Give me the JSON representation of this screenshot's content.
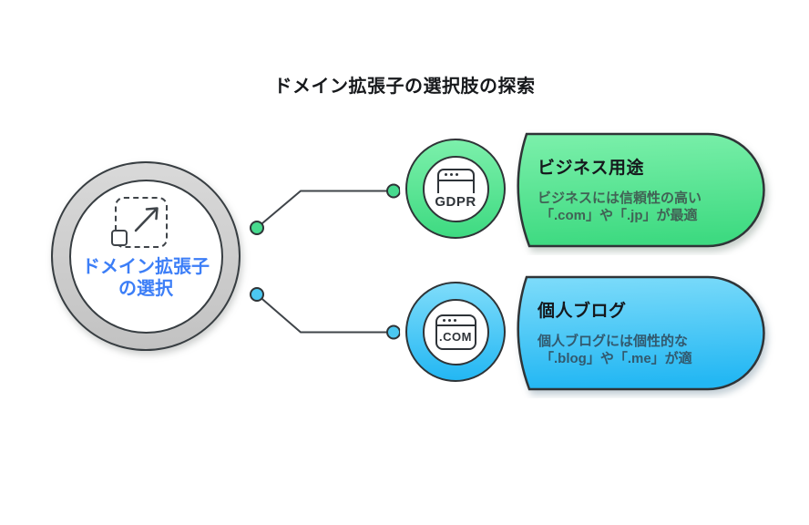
{
  "title": "ドメイン拡張子の選択肢の探索",
  "hub": {
    "label_line1": "ドメイン拡張子",
    "label_line2": "の選択",
    "icon": "expand-arrows-icon",
    "label_color": "#3c7ef7"
  },
  "connectors": {
    "line_color": "#3f4449",
    "business_dot_color": "#47da8e",
    "blog_dot_color": "#4cc8f1"
  },
  "cards": [
    {
      "id": "business",
      "title": "ビジネス用途",
      "desc_line1": "ビジネスには信頼性の高い",
      "desc_line2": "「.com」や「.jp」が最適",
      "badge_icon": "browser-window-gdpr-icon",
      "badge_text": "GDPR",
      "gradient_top": "#7cf0ab",
      "gradient_bottom": "#3eda81"
    },
    {
      "id": "blog",
      "title": "個人ブログ",
      "desc_line1": "個人ブログには個性的な",
      "desc_line2": "「.blog」や「.me」が適",
      "badge_icon": "browser-window-com-icon",
      "badge_text": ".COM",
      "gradient_top": "#7edcfa",
      "gradient_bottom": "#23b7f3"
    }
  ]
}
